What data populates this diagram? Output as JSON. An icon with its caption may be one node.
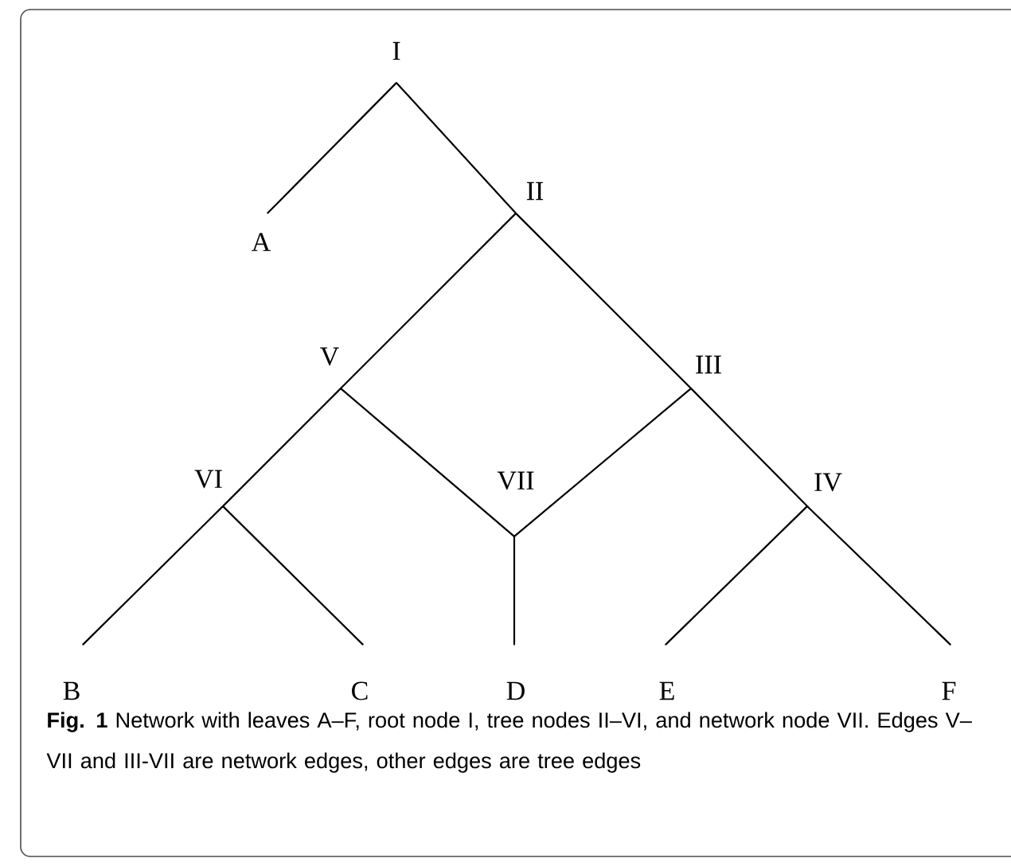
{
  "diagram": {
    "caption": "**Fig. 1** Network with leaves A–F, root node I, tree nodes II–VI, and network node VII. Edges V–VII and III-VII are network edges, other edges are tree edges",
    "nodes": [
      {
        "text": [
          "I"
        ]
      },
      {
        "text": [
          "A"
        ]
      },
      {
        "text": [
          "II"
        ]
      },
      {
        "text": [
          "V"
        ]
      },
      {
        "text": [
          "III"
        ]
      },
      {
        "text": [
          "VI"
        ]
      },
      {
        "text": [
          "VII"
        ]
      },
      {
        "text": [
          "IV"
        ]
      },
      {
        "text": [
          "B"
        ]
      },
      {
        "text": [
          "C"
        ]
      },
      {
        "text": [
          "D"
        ]
      },
      {
        "text": [
          "E"
        ]
      },
      {
        "text": [
          "F"
        ]
      }
    ],
    "edges": [
      {
        "from": 0,
        "to": 1,
        "arrow": "none"
      },
      {
        "from": 0,
        "to": 2,
        "arrow": "none"
      },
      {
        "from": 2,
        "to": 3,
        "arrow": "none"
      },
      {
        "from": 2,
        "to": 4,
        "arrow": "none"
      },
      {
        "from": 3,
        "to": 5,
        "arrow": "none"
      },
      {
        "from": 3,
        "to": 6,
        "arrow": "none"
      },
      {
        "from": 4,
        "to": 6,
        "arrow": "none"
      },
      {
        "from": 4,
        "to": 7,
        "arrow": "none"
      },
      {
        "from": 5,
        "to": 8,
        "arrow": "none"
      },
      {
        "from": 5,
        "to": 9,
        "arrow": "none"
      },
      {
        "from": 6,
        "to": 10,
        "arrow": "none"
      },
      {
        "from": 7,
        "to": 11,
        "arrow": "none"
      },
      {
        "from": 7,
        "to": 12,
        "arrow": "none"
      }
    ]
  }
}
